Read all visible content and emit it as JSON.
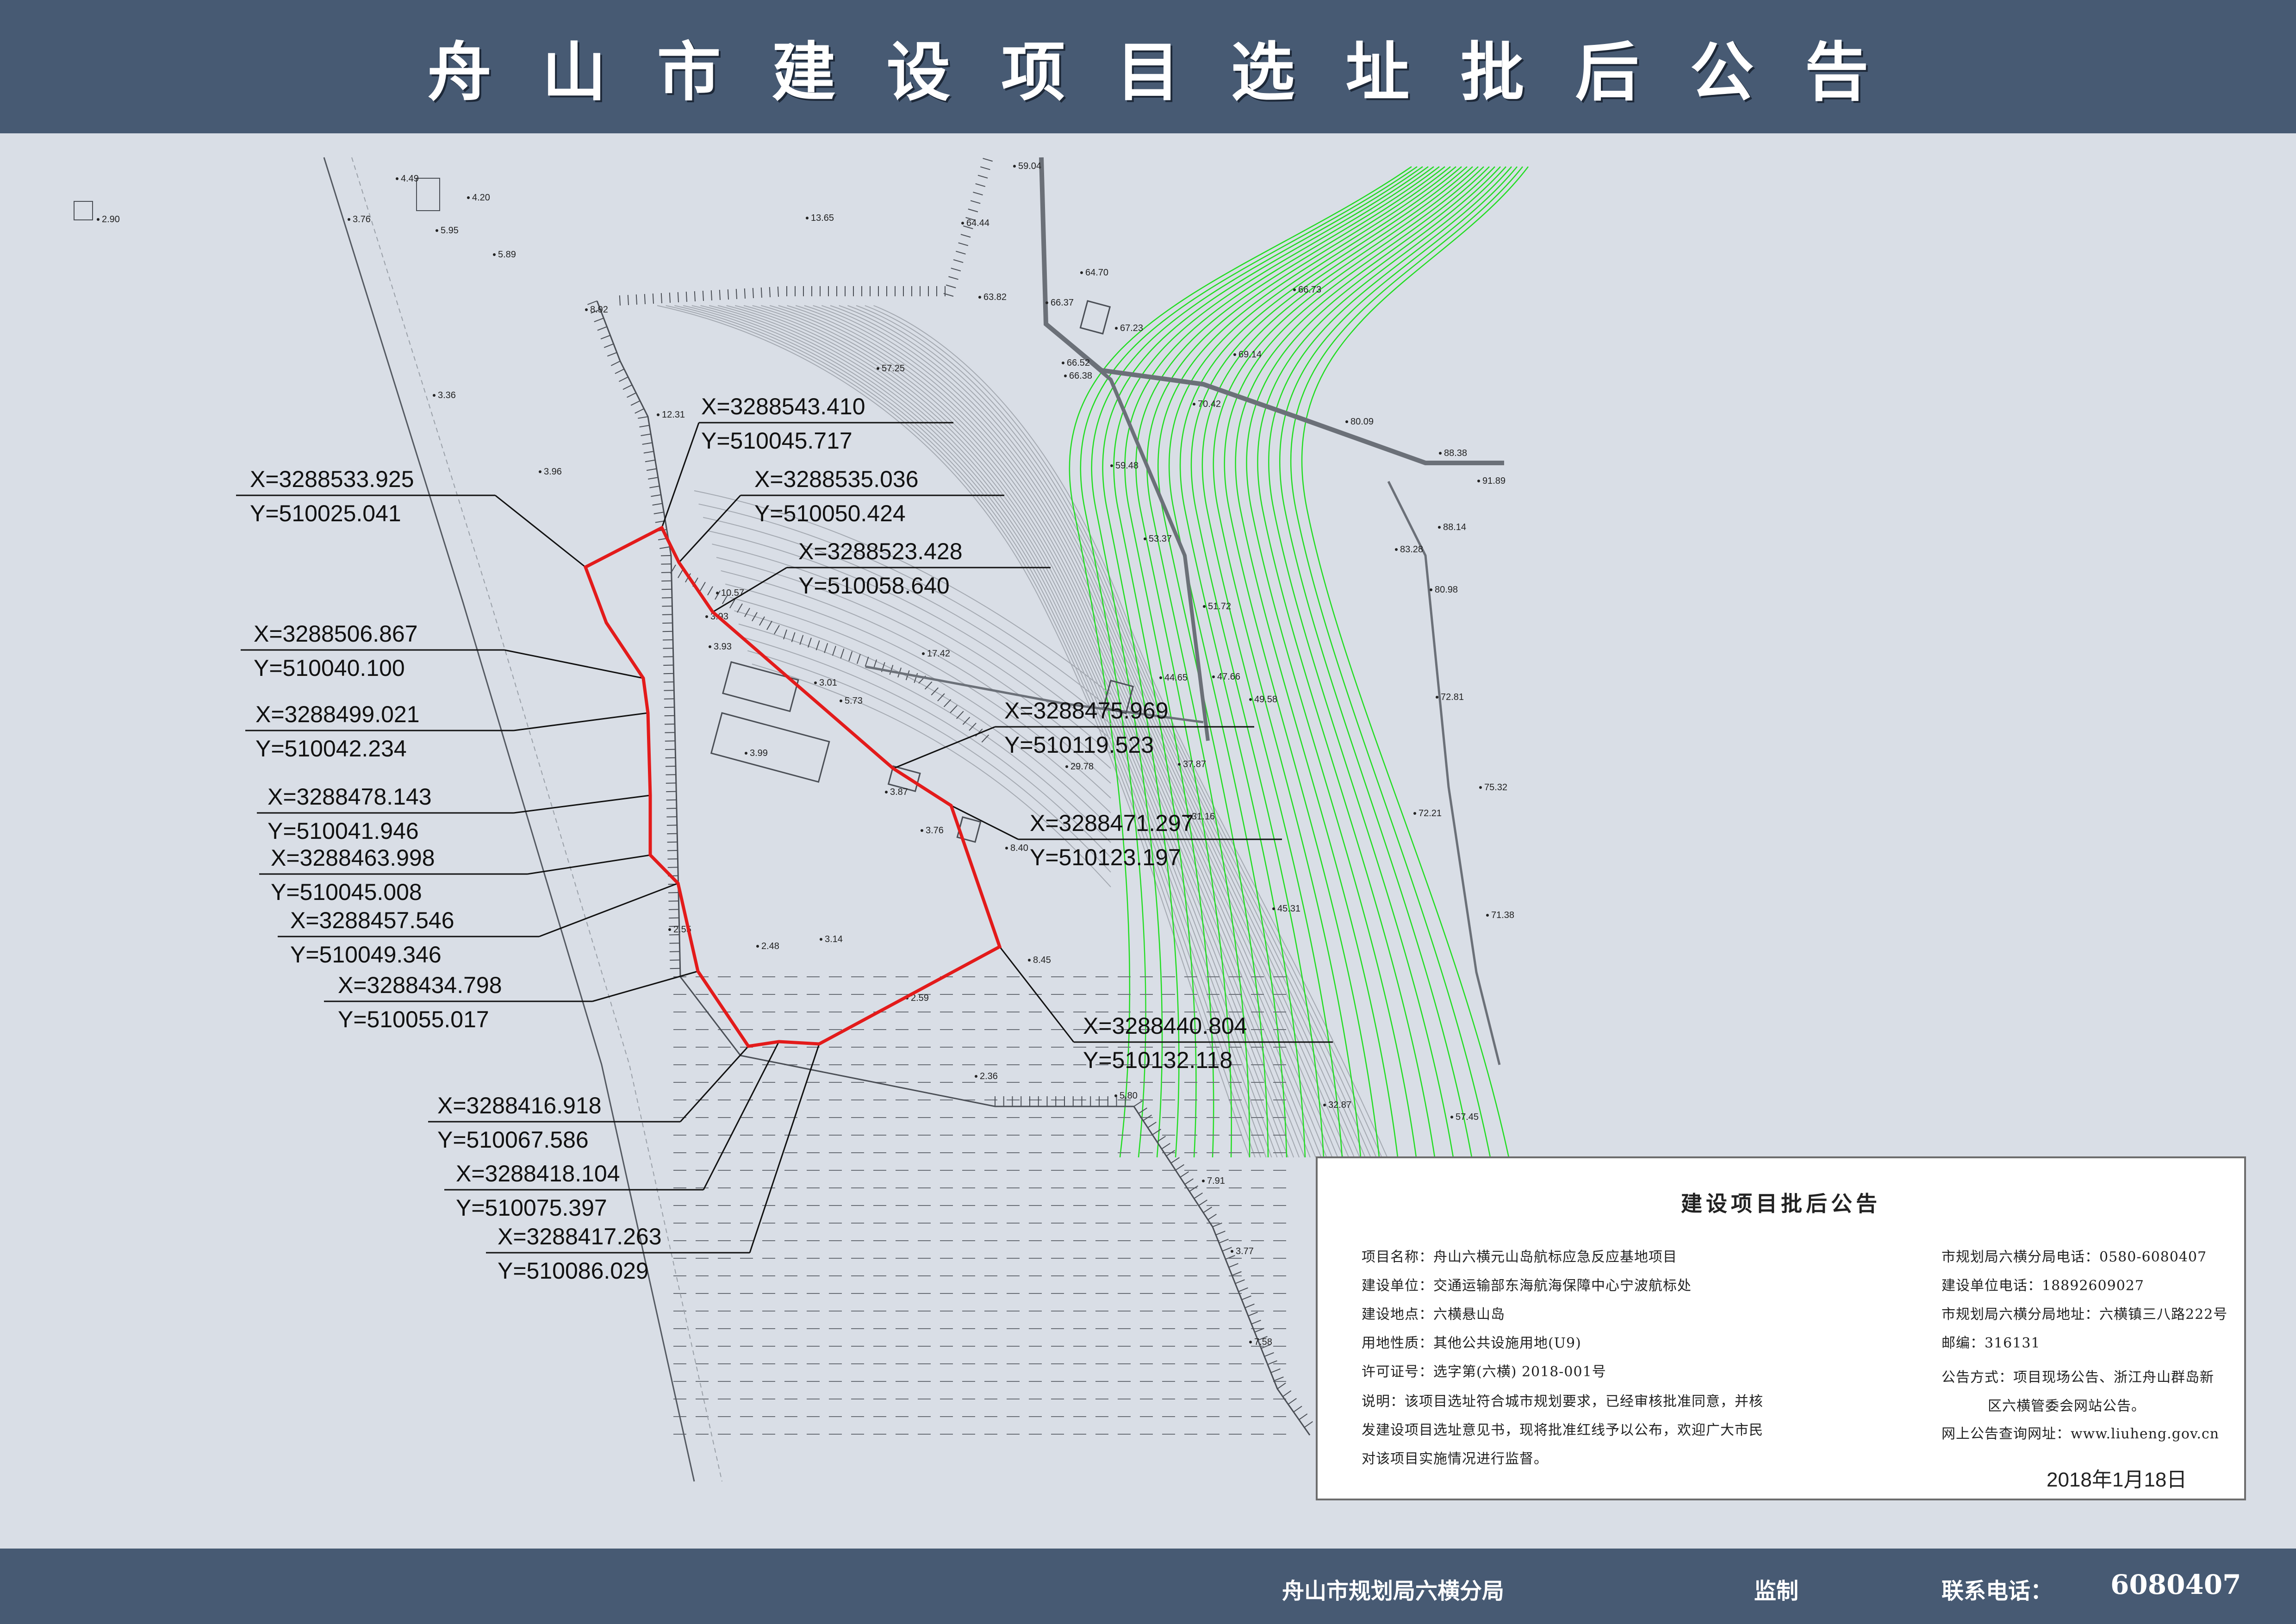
{
  "header": {
    "title": "舟山市建设项目选址批后公告"
  },
  "panel": {
    "title": "建设项目批后公告",
    "left_lines": [
      "项目名称：舟山六横元山岛航标应急反应基地项目",
      "建设单位：交通运输部东海航海保障中心宁波航标处",
      "建设地点：六横悬山岛",
      "用地性质：其他公共设施用地(U9)",
      "许可证号：选字第(六横) 2018-001号",
      "说明：该项目选址符合城市规划要求，已经审核批准同意，并核",
      "发建设项目选址意见书，现将批准红线予以公布，欢迎广大市民",
      "对该项目实施情况进行监督。"
    ],
    "right_lines": [
      "市规划局六横分局电话：0580-6080407",
      "建设单位电话：18892609027",
      "市规划局六横分局地址：六横镇三八路222号",
      "邮编：316131",
      "公告方式：项目现场公告、浙江舟山群岛新",
      "区六横管委会网站公告。",
      "网上公告查询网址：www.liuheng.gov.cn"
    ],
    "date": "2018年1月18日"
  },
  "footer": {
    "org": "舟山市规划局六横分局",
    "supervise": "监制",
    "phone_label": "联系电话：",
    "phone": "6080407"
  },
  "coordinates": [
    {
      "x": "X=3288543.410",
      "y": "Y=510045.717"
    },
    {
      "x": "X=3288533.925",
      "y": "Y=510025.041"
    },
    {
      "x": "X=3288535.036",
      "y": "Y=510050.424"
    },
    {
      "x": "X=3288523.428",
      "y": "Y=510058.640"
    },
    {
      "x": "X=3288506.867",
      "y": "Y=510040.100"
    },
    {
      "x": "X=3288499.021",
      "y": "Y=510042.234"
    },
    {
      "x": "X=3288478.143",
      "y": "Y=510041.946"
    },
    {
      "x": "X=3288463.998",
      "y": "Y=510045.008"
    },
    {
      "x": "X=3288457.546",
      "y": "Y=510049.346"
    },
    {
      "x": "X=3288434.798",
      "y": "Y=510055.017"
    },
    {
      "x": "X=3288416.918",
      "y": "Y=510067.586"
    },
    {
      "x": "X=3288418.104",
      "y": "Y=510075.397"
    },
    {
      "x": "X=3288417.263",
      "y": "Y=510086.029"
    },
    {
      "x": "X=3288475.969",
      "y": "Y=510119.523"
    },
    {
      "x": "X=3288471.297",
      "y": "Y=510123.197"
    },
    {
      "x": "X=3288440.804",
      "y": "Y=510132.118"
    }
  ],
  "elevations": [
    "2.90",
    "3.76",
    "4.49",
    "4.20",
    "5.95",
    "5.89",
    "13.65",
    "3.36",
    "8.92",
    "12.31",
    "3.96",
    "10.57",
    "3.93",
    "3.93",
    "17.42",
    "3.01",
    "5.73",
    "3.99",
    "3.87",
    "3.76",
    "8.40",
    "2.55",
    "2.48",
    "3.14",
    "2.59",
    "2.36",
    "5.80",
    "8.45",
    "59.04",
    "64.44",
    "63.82",
    "57.25",
    "64.70",
    "66.37",
    "67.23",
    "66.52",
    "66.38",
    "69.14",
    "70.42",
    "66.73",
    "80.09",
    "88.38",
    "91.89",
    "88.14",
    "83.28",
    "80.98",
    "59.48",
    "53.37",
    "51.72",
    "44.65",
    "47.66",
    "49.58",
    "37.87",
    "29.78",
    "31.16",
    "72.81",
    "75.32",
    "72.21",
    "71.38",
    "45.31",
    "57.45",
    "32.87",
    "7.91",
    "3.77",
    "7.58"
  ],
  "colors": {
    "header": "#475a73",
    "boundary": "#e31b1b",
    "contour_green": "#22dd22",
    "contour_gray": "#9aa0a8"
  }
}
